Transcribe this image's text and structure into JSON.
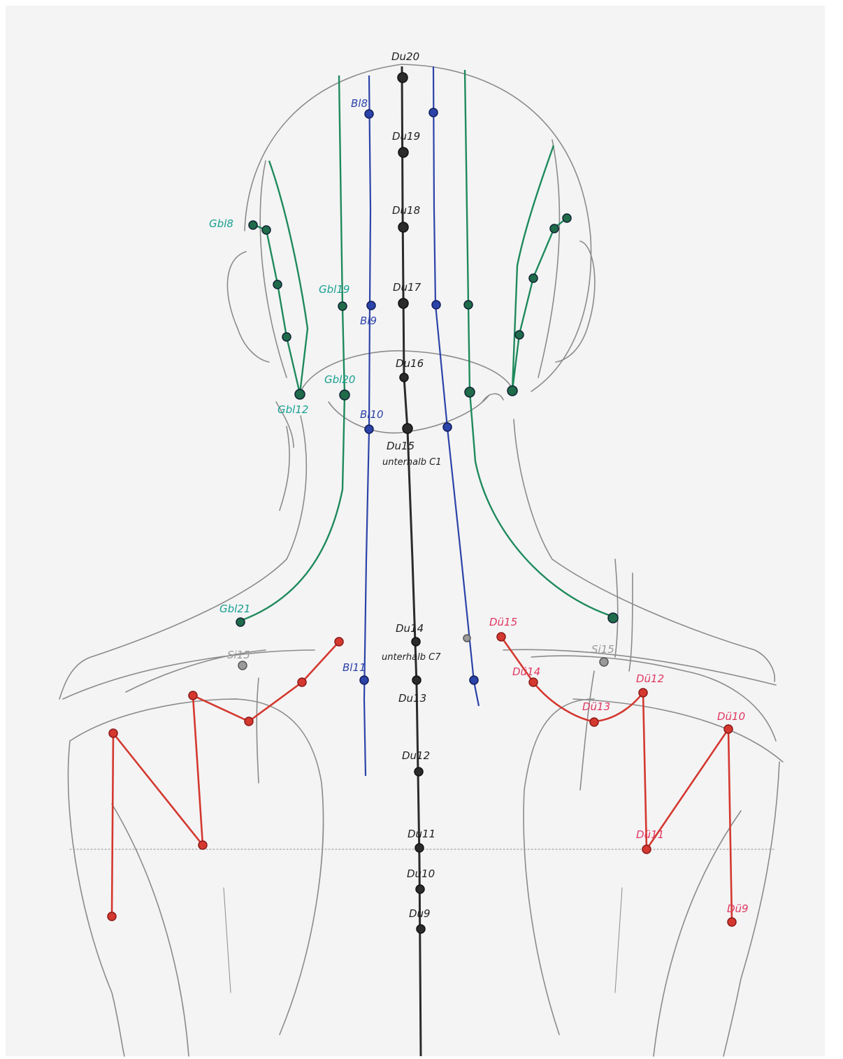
{
  "colors": {
    "paper": "#f4f4f5",
    "pencil": "#8b8b8b",
    "governor": "#2b2b2b",
    "bladder": "#2c43a8",
    "gallbladder": "#1f8a5c",
    "gallbladder_label": "#1aa090",
    "small_intestine": "#9a9a9a",
    "triple_burner": "#d4382f",
    "triple_burner_label": "#e0375f"
  },
  "labels": {
    "du20": "Du20",
    "du19": "Du19",
    "du18": "Du18",
    "du17": "Du17",
    "du16": "Du16",
    "du15": "Du15",
    "du15_note": "unterhalb C1",
    "du14": "Du14",
    "du14_note": "unterhalb C7",
    "du13": "Du13",
    "du12": "Du12",
    "du11": "Du11",
    "du10": "Du10",
    "du9": "Du9",
    "bl8": "Bl8",
    "bl9": "Bl9",
    "bl10": "Bl10",
    "bl11": "Bl11",
    "gbl8": "Gbl8",
    "gbl19": "Gbl19",
    "gbl20": "Gbl20",
    "gbl12": "Gbl12",
    "gbl21": "Gbl21",
    "due15_left": "Dü15",
    "due14": "Dü14",
    "due13": "Dü13",
    "due12": "Dü12",
    "due10": "Dü10",
    "due11": "Dü11",
    "due9": "Dü9",
    "si15_left": "Si15",
    "si15_right": "Si15"
  }
}
